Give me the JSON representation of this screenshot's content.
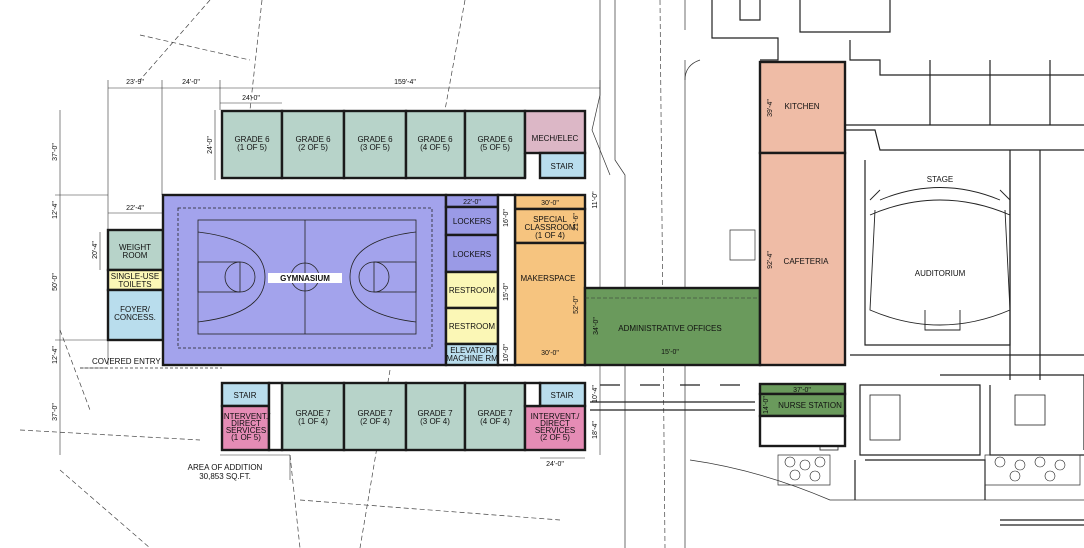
{
  "colors": {
    "classroom": "#b7d3c9",
    "gym": "#a3a3ec",
    "locker": "#9a9ae6",
    "restroom": "#fbf7b6",
    "orange": "#f6c47f",
    "green": "#6a9a5c",
    "salmon": "#efbca6",
    "pink": "#e58cb5",
    "foyer": "#b9dded",
    "mech": "#dcb7c6"
  },
  "rooms": {
    "grade6_1": [
      "GRADE 6",
      "(1 OF 5)"
    ],
    "grade6_2": [
      "GRADE 6",
      "(2 OF 5)"
    ],
    "grade6_3": [
      "GRADE 6",
      "(3 OF 5)"
    ],
    "grade6_4": [
      "GRADE 6",
      "(4 OF 5)"
    ],
    "grade6_5": [
      "GRADE 6",
      "(5 OF 5)"
    ],
    "mech": "MECH/ELEC",
    "stair_top": "STAIR",
    "weight": [
      "WEIGHT",
      "ROOM"
    ],
    "toilets": [
      "SINGLE-USE",
      "TOILETS"
    ],
    "foyer": [
      "FOYER/",
      "CONCESS."
    ],
    "gym": "GYMNASIUM",
    "lockers1": "LOCKERS",
    "lockers2": "LOCKERS",
    "restroom1": "RESTROOM",
    "restroom2": "RESTROOM",
    "elevator": [
      "ELEVATOR/",
      "MACHINE RM"
    ],
    "special": [
      "SPECIAL",
      "CLASSROOM",
      "(1 OF 4)"
    ],
    "maker": "MAKERSPACE",
    "admin": "ADMINISTRATIVE OFFICES",
    "kitchen": "KITCHEN",
    "cafeteria": "CAFETERIA",
    "stage": "STAGE",
    "auditorium": "AUDITORIUM",
    "covered": "COVERED ENTRY",
    "stair_bl": "STAIR",
    "stair_br": "STAIR",
    "interv1": [
      "INTERVENT./",
      "DIRECT",
      "SERVICES",
      "(1 OF 5)"
    ],
    "interv2": [
      "INTERVENT./",
      "DIRECT",
      "SERVICES",
      "(2 OF 5)"
    ],
    "grade7_1": [
      "GRADE 7",
      "(1 OF 4)"
    ],
    "grade7_2": [
      "GRADE 7",
      "(2 OF 4)"
    ],
    "grade7_3": [
      "GRADE 7",
      "(3 OF 4)"
    ],
    "grade7_4": [
      "GRADE 7",
      "(4 OF 4)"
    ],
    "nurse": "NURSE STATION",
    "area": [
      "AREA OF ADDITION",
      "30,853 SQ.FT."
    ]
  },
  "dimensions": {
    "d_23_9": "23'-9\"",
    "d_24_top": "24'-0\"",
    "d_159_4": "159'-4\"",
    "d_24_grade": "24'-0\"",
    "d_37_left": "37'-0\"",
    "d_24_vert": "24'-0\"",
    "d_12_4_a": "12'-4\"",
    "d_22_4": "22'-4\"",
    "d_20_4": "20'-4\"",
    "d_50_0": "50'-0\"",
    "d_12_4_b": "12'-4\"",
    "d_37_bottom": "37'-0\"",
    "d_22_0": "22'-0\"",
    "d_30_0_top": "30'-0\"",
    "d_11_0": "11'-0\"",
    "d_16_0": "16'-0\"",
    "d_21_6": "21'-6\"",
    "d_15_0": "15'-0\"",
    "d_52_0": "52'-0\"",
    "d_30_0_bot": "30'-0\"",
    "d_10_0": "10'-0\"",
    "d_34_0": "34'-0\"",
    "d_15_0_b": "15'-0\"",
    "d_39_4": "39'-4\"",
    "d_92_4": "92'-4\"",
    "d_37_0_n": "37'-0\"",
    "d_14_0": "14'-0\"",
    "d_10_4": "10'-4\"",
    "d_18_4": "18'-4\"",
    "d_24_bot": "24'-0\""
  }
}
